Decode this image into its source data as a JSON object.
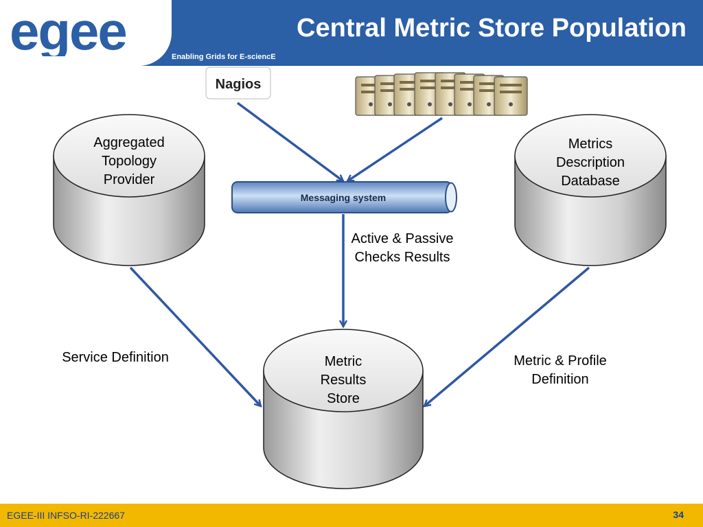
{
  "header": {
    "title": "Central Metric Store Population",
    "logo_text": "egee",
    "subtitle": "Enabling Grids for E-sciencE"
  },
  "diagram": {
    "nagios_label": "Nagios",
    "messaging_label": "Messaging system",
    "topology_label": [
      "Aggregated",
      "Topology",
      "Provider"
    ],
    "metrics_db_label": [
      "Metrics",
      "Description",
      "Database"
    ],
    "store_label": [
      "Metric",
      "Results",
      "Store"
    ],
    "checks_label": [
      "Active & Passive",
      "Checks Results"
    ],
    "service_label": "Service Definition",
    "profile_label": [
      "Metric & Profile",
      "Definition"
    ]
  },
  "footer": {
    "left": "EGEE-III INFSO-RI-222667",
    "page": "34"
  },
  "colors": {
    "header": "#2b5fa6",
    "footer": "#f2b800",
    "arrow": "#2f57a4"
  }
}
